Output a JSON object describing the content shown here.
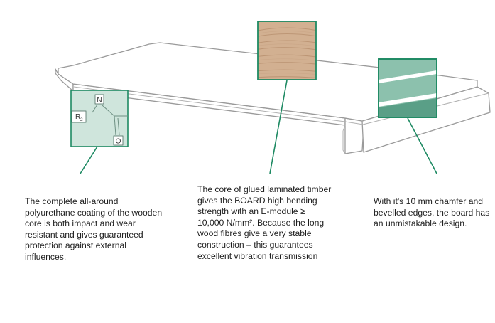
{
  "callouts": {
    "coating": {
      "text": "The complete all-around polyurethane coating of the wooden core is both impact and wear resistant and gives guaranteed protection against external influences.",
      "molecule_labels": {
        "nitrogen": "N",
        "oxygen": "O",
        "r_group": "R",
        "r_subscript": "2"
      }
    },
    "core": {
      "text": "The core of glued laminated timber gives the BOARD high bending strength with an E-module ≥ 10,000 N/mm². Because the long wood fibres give a very stable construction – this guarantees excellent vibration transmission"
    },
    "edge": {
      "text": "With it's 10 mm chamfer and bevelled edges, the board has an unmistakable design."
    }
  },
  "colors": {
    "accent_green": "#1e8a63",
    "inset_fill": "#cfe5dc",
    "chamfer_fill": "#8cc1ad",
    "chamfer_dark": "#5a9f87",
    "board_outline": "#9a9a9a",
    "wood_light": "#d6b597",
    "wood_dark": "#b08766"
  },
  "icons": {
    "board": "board-illustration",
    "molecule": "urethane-molecule-icon",
    "wood": "wood-grain-swatch",
    "chamfer": "chamfer-edge-icon"
  }
}
